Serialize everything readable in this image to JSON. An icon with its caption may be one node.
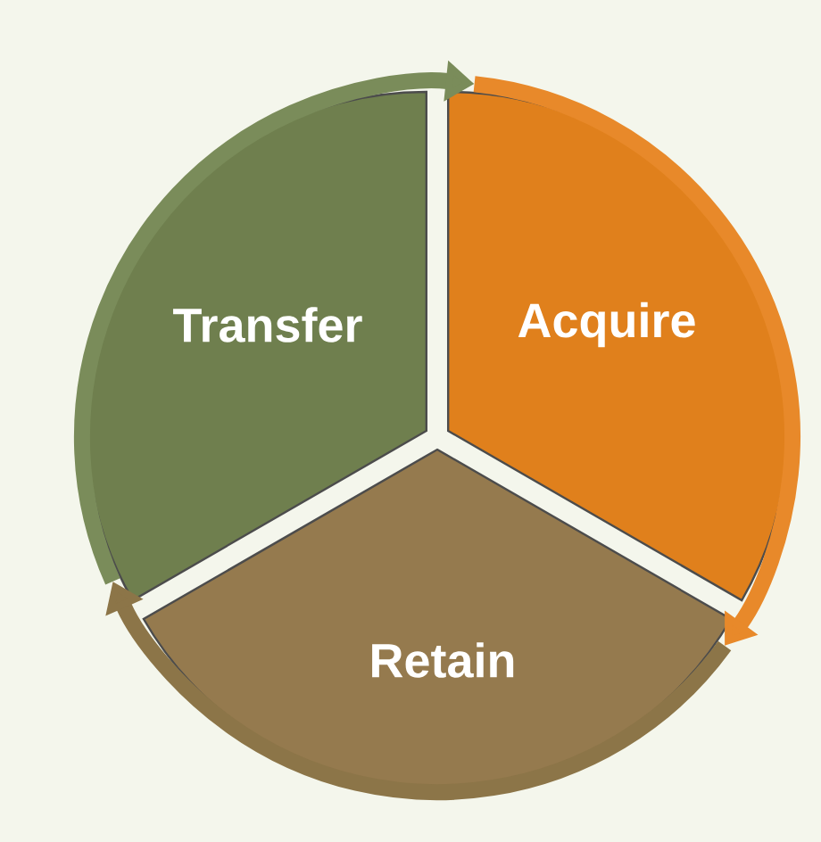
{
  "diagram": {
    "nodes": [
      {
        "text": [
          "Transfer"
        ]
      },
      {
        "text": [
          "Acquire"
        ]
      },
      {
        "text": [
          "Retain"
        ]
      }
    ],
    "edges": [
      {
        "from": 0,
        "to": 1,
        "arrow": "to",
        "color": "#7a8c5a"
      },
      {
        "from": 1,
        "to": 2,
        "arrow": "to",
        "color": "#e8892a"
      },
      {
        "from": 2,
        "to": 0,
        "arrow": "to",
        "color": "#8c7548"
      }
    ]
  }
}
